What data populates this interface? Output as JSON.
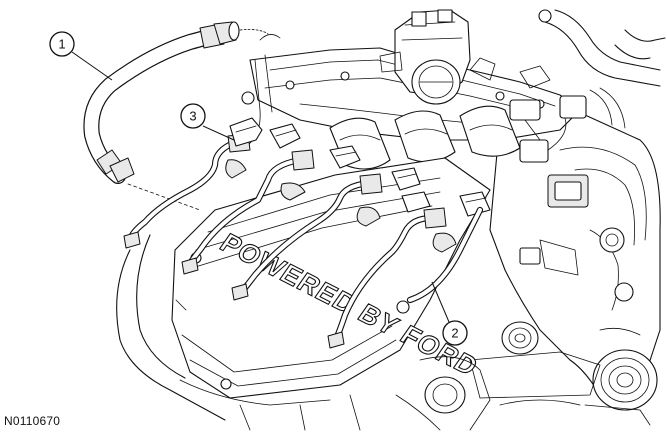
{
  "figure": {
    "id_label": "N0110670",
    "callouts": [
      {
        "number": "1",
        "part": "hose"
      },
      {
        "number": "2",
        "part": "spark-plug-wires-bank-2"
      },
      {
        "number": "3",
        "part": "spark-plug-wires-bank-1"
      }
    ],
    "cover_text": "POWERED BY FORD"
  }
}
